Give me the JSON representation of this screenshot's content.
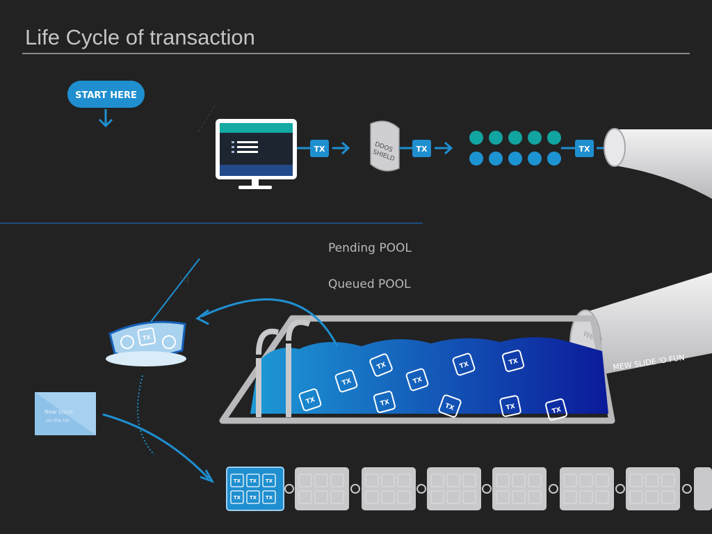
{
  "title": "Life Cycle of transaction",
  "start_label": "START HERE",
  "tx_label": "TX",
  "shield_label_line1": "DDOS",
  "shield_label_line2": "SHIELD",
  "pending_pool_label": "Pending POOL",
  "queued_pool_label": "Queued POOL",
  "slide_label": "MEW SLIDE 'O FUN",
  "slide_weee": "WEEE",
  "new_block_line1": "New block",
  "new_block_line2": "on the lot",
  "colors": {
    "background": "#222223",
    "accent_blue": "#1f8fd0",
    "teal": "#12a4a0",
    "water_light": "#1d9ad6",
    "water_dark": "#0b1a9a",
    "chain_gray": "#c9c9cb"
  }
}
